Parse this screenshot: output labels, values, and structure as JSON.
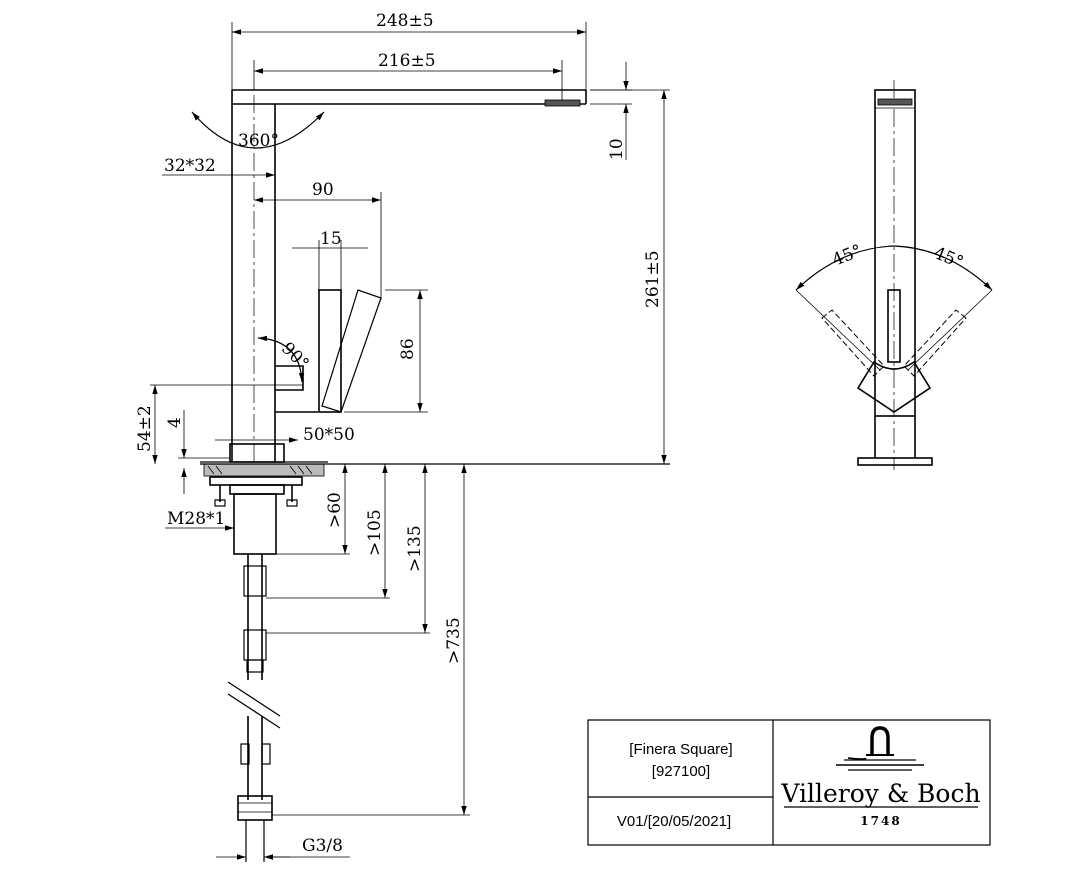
{
  "dimensions": {
    "overall_reach": "248±5",
    "spout_reach": "216±5",
    "swivel": "360°",
    "body_section": "32*32",
    "lever_offset": "90",
    "lever_width": "15",
    "lever_angle": "90°",
    "lever_height": "86",
    "base_plate": "50*50",
    "spout_thickness": "10",
    "total_height": "261±5",
    "base_height": "54±2",
    "base_step": "4",
    "thread": "M28*1",
    "thread_length": ">60",
    "hose_length_1": ">105",
    "hose_length_2": ">135",
    "hose_length_total": ">735",
    "connection": "G3/8",
    "lever_angle_left": "45°",
    "lever_angle_right": "45°"
  },
  "title_block": {
    "product_name": "[Finera Square]",
    "product_code": "[927100]",
    "version": "V01/[20/05/2021]",
    "brand": "Villeroy & Boch",
    "brand_year": "1748"
  },
  "colors": {
    "line": "#000000",
    "background": "#ffffff"
  }
}
